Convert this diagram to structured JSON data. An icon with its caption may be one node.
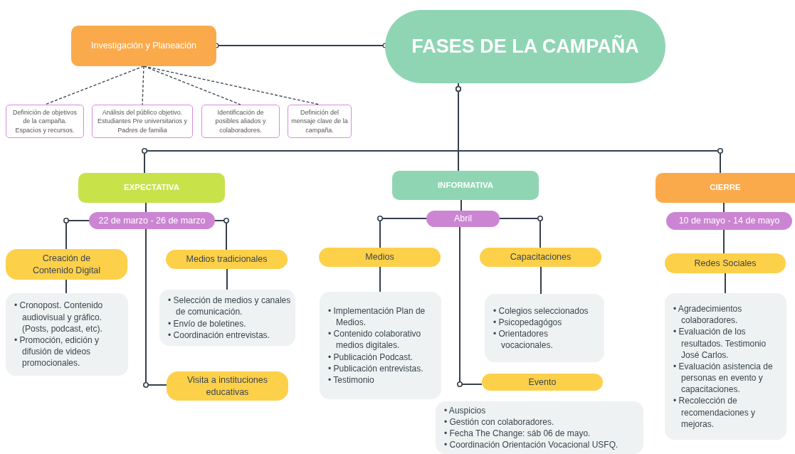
{
  "diagram": {
    "nodes": [
      {
        "text": [
          "FASES DE LA CAMPAÑA"
        ]
      },
      {
        "text": [
          "Investigación y Planeación"
        ]
      },
      {
        "text": [
          "Definición de objetivos de la campaña. Espacios y recursos."
        ]
      },
      {
        "text": [
          "Análisis del público objetivo. Estudiantes Pre universitarios y Padres de familia"
        ]
      },
      {
        "text": [
          "Identificación de posibles aliados y colaboradores."
        ]
      },
      {
        "text": [
          "Definición del mensaje clave de la campaña."
        ]
      },
      {
        "text": [
          "EXPECTATIVA"
        ]
      },
      {
        "text": [
          "22 de marzo - 26 de marzo"
        ]
      },
      {
        "text": [
          "Creación de Contenido Digital"
        ]
      },
      {
        "text": [
          "• Cronopost. Contenido audiovisual y gráfico. (Posts, podcast, etc).",
          "• Promoción, edición y difusión de videos promocionales."
        ]
      },
      {
        "text": [
          "Medios tradicionales"
        ]
      },
      {
        "text": [
          "• Selección de medios y canales de comunicación.",
          "• Envío de boletines.",
          "• Coordinación entrevistas."
        ]
      },
      {
        "text": [
          "Visita a instituciones educativas"
        ]
      },
      {
        "text": [
          "INFORMATIVA"
        ]
      },
      {
        "text": [
          "Abril"
        ]
      },
      {
        "text": [
          "Medios"
        ]
      },
      {
        "text": [
          "• Implementación Plan de Medios.",
          "• Contenido colaborativo medios digitales.",
          "• Publicación Podcast.",
          "• Publicación entrevistas.",
          "• Testimonio"
        ]
      },
      {
        "text": [
          "Capacitaciones"
        ]
      },
      {
        "text": [
          "• Colegios seleccionados",
          "• Psicopedagógos",
          "• Orientadores vocacionales."
        ]
      },
      {
        "text": [
          "Evento"
        ]
      },
      {
        "text": [
          "• Auspicios",
          "• Gestión con colaboradores.",
          "• Fecha The Change: sáb 06 de mayo.",
          "• Coordinación Orientación Vocacional USFQ."
        ]
      },
      {
        "text": [
          "CIERRE"
        ]
      },
      {
        "text": [
          "10 de mayo - 14 de mayo"
        ]
      },
      {
        "text": [
          "Redes Sociales"
        ]
      },
      {
        "text": [
          "• Agradecimientos colaboradores.",
          "• Evaluación de los resultados. Testimonio José Carlos.",
          "• Evaluación asistencia de personas en evento y capacitaciones.",
          "• Recolección de recomendaciones y mejoras."
        ]
      }
    ],
    "edges": [
      {
        "from": 1,
        "to": 0,
        "arrow": "other"
      },
      {
        "from": 1,
        "to": 2,
        "arrow": "none",
        "style": "dashed"
      },
      {
        "from": 1,
        "to": 3,
        "arrow": "none",
        "style": "dashed"
      },
      {
        "from": 1,
        "to": 4,
        "arrow": "none",
        "style": "dashed"
      },
      {
        "from": 1,
        "to": 5,
        "arrow": "none",
        "style": "dashed"
      },
      {
        "from": 0,
        "to": 6,
        "arrow": "none"
      },
      {
        "from": 0,
        "to": 13,
        "arrow": "none"
      },
      {
        "from": 0,
        "to": 21,
        "arrow": "none"
      },
      {
        "from": 6,
        "to": 7,
        "arrow": "none"
      },
      {
        "from": 7,
        "to": 8,
        "arrow": "none"
      },
      {
        "from": 7,
        "to": 10,
        "arrow": "none"
      },
      {
        "from": 7,
        "to": 12,
        "arrow": "none"
      },
      {
        "from": 8,
        "to": 9,
        "arrow": "none"
      },
      {
        "from": 10,
        "to": 11,
        "arrow": "none"
      },
      {
        "from": 13,
        "to": 14,
        "arrow": "none"
      },
      {
        "from": 14,
        "to": 15,
        "arrow": "none"
      },
      {
        "from": 14,
        "to": 17,
        "arrow": "none"
      },
      {
        "from": 14,
        "to": 19,
        "arrow": "none"
      },
      {
        "from": 15,
        "to": 16,
        "arrow": "none"
      },
      {
        "from": 17,
        "to": 18,
        "arrow": "none"
      },
      {
        "from": 21,
        "to": 22,
        "arrow": "none"
      },
      {
        "from": 22,
        "to": 23,
        "arrow": "none"
      },
      {
        "from": 23,
        "to": 24,
        "arrow": "none"
      }
    ]
  }
}
